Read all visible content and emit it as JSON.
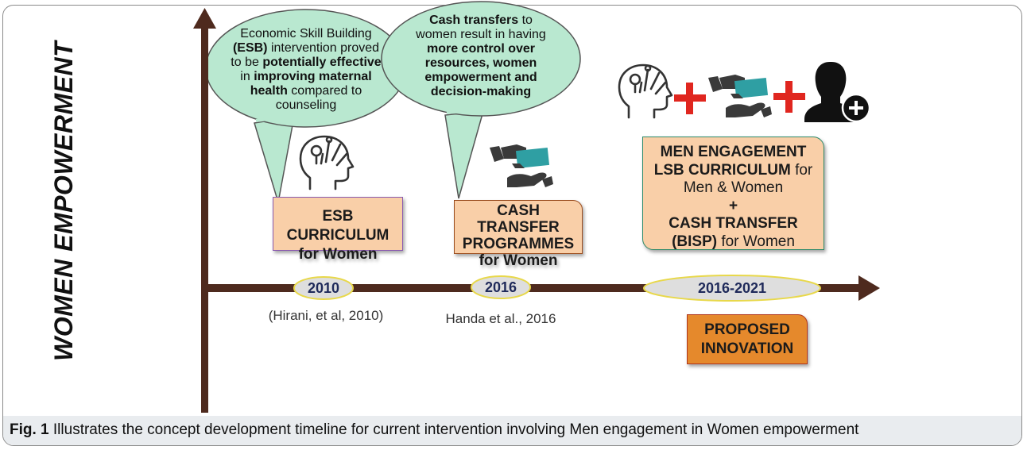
{
  "y_axis_label": "WOMEN EMPOWERMENT",
  "timeline": [
    {
      "year": "2010",
      "citation": "(Hirani, et al, 2010)"
    },
    {
      "year": "2016",
      "citation": "Handa et al., 2016"
    },
    {
      "year": "2016-2021"
    }
  ],
  "bubble1": {
    "lines": [
      [
        "",
        "Economic Skill Building"
      ],
      [
        "(ESB)",
        " intervention proved"
      ],
      [
        "",
        "to be "
      ],
      [
        "potentially effective",
        ""
      ],
      [
        "",
        "in "
      ],
      [
        "improving maternal",
        ""
      ],
      [
        "health",
        " compared to"
      ],
      [
        "",
        "counseling"
      ]
    ],
    "plain": [
      "Economic Skill Building",
      "(ESB) intervention proved",
      "to be potentially effective",
      "in improving maternal",
      "health compared to",
      "counseling"
    ]
  },
  "bubble2": {
    "plain": [
      "Cash transfers to",
      "women result in having",
      "more control over",
      "resources, women",
      "empowerment and",
      "decision-making"
    ]
  },
  "box_esb": {
    "line1": "ESB CURRICULUM",
    "line2": "for Women"
  },
  "box_cash": {
    "line1": "CASH TRANSFER",
    "line2": "PROGRAMMES",
    "line3": "for Women"
  },
  "box_men": {
    "line1": "MEN ENGAGEMENT",
    "line2a": "LSB CURRICULUM",
    "line2b": " for",
    "line3": "Men & Women",
    "line4": "+",
    "line5": "CASH TRANSFER",
    "line6a": "(BISP)",
    "line6b": " for Women"
  },
  "box_proposed": {
    "line1": "PROPOSED",
    "line2": "INNOVATION"
  },
  "caption": {
    "label": "Fig. 1",
    "text": " Illustrates the concept development timeline for current intervention involving Men engagement in Women empowerment"
  },
  "icons": [
    "head-ideas-icon",
    "cash-transfer-icon",
    "plus-icon",
    "man-add-icon"
  ],
  "colors": {
    "axis": "#4e2a1e",
    "bubble": "#b9e8d0",
    "box_tan": "#f9cfa8",
    "box_orange": "#e5892c",
    "ellipse": "#dedede",
    "plus": "#e0261f",
    "teal": "#2f9fa3"
  }
}
